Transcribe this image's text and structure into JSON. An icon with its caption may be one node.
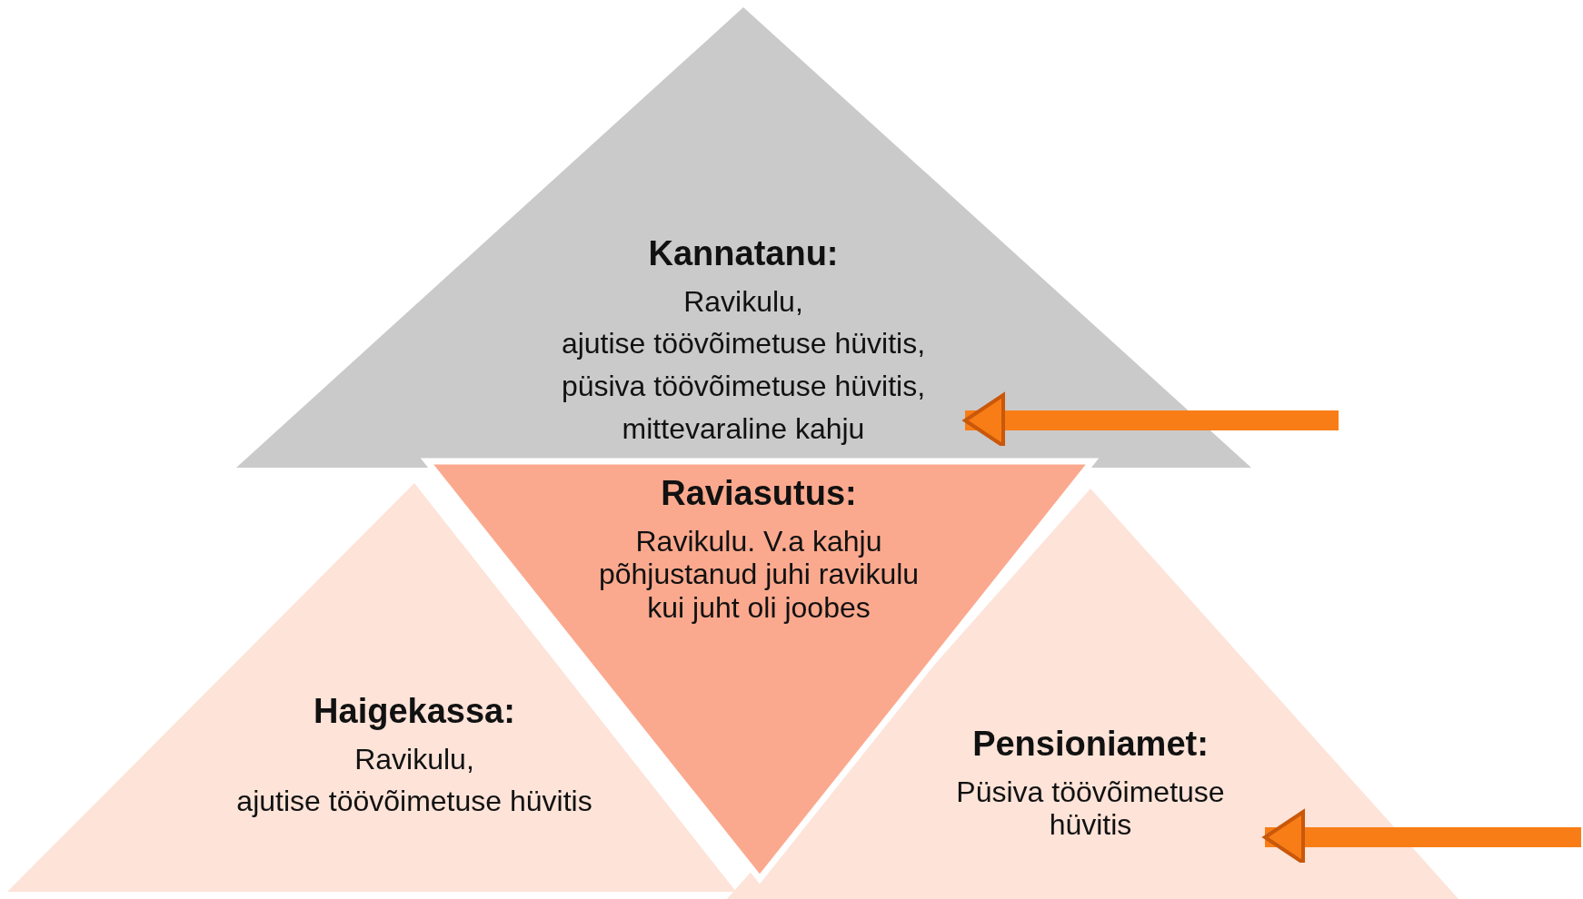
{
  "diagram": {
    "nodes": [
      {
        "text": [
          "Kannatanu:",
          "Ravikulu,",
          "ajutise töövõimetuse hüvitis,",
          "püsiva töövõimetuse hüvitis,",
          "mittevaraline kahju"
        ]
      },
      {
        "text": [
          "Raviasutus:",
          "Ravikulu. V.a kahju põhjustanud juhi ravikulu kui juht oli joobes"
        ]
      },
      {
        "text": [
          "Haigekassa:",
          "Ravikulu,",
          "ajutise töövõimetuse hüvitis"
        ]
      },
      {
        "text": [
          "Pensioniamet:",
          "Püsiva töövõimetuse hüvitis"
        ]
      }
    ],
    "edges": [
      {
        "from": null,
        "to": 0,
        "arrow": "to"
      },
      {
        "from": null,
        "to": 3,
        "arrow": "to"
      }
    ]
  }
}
